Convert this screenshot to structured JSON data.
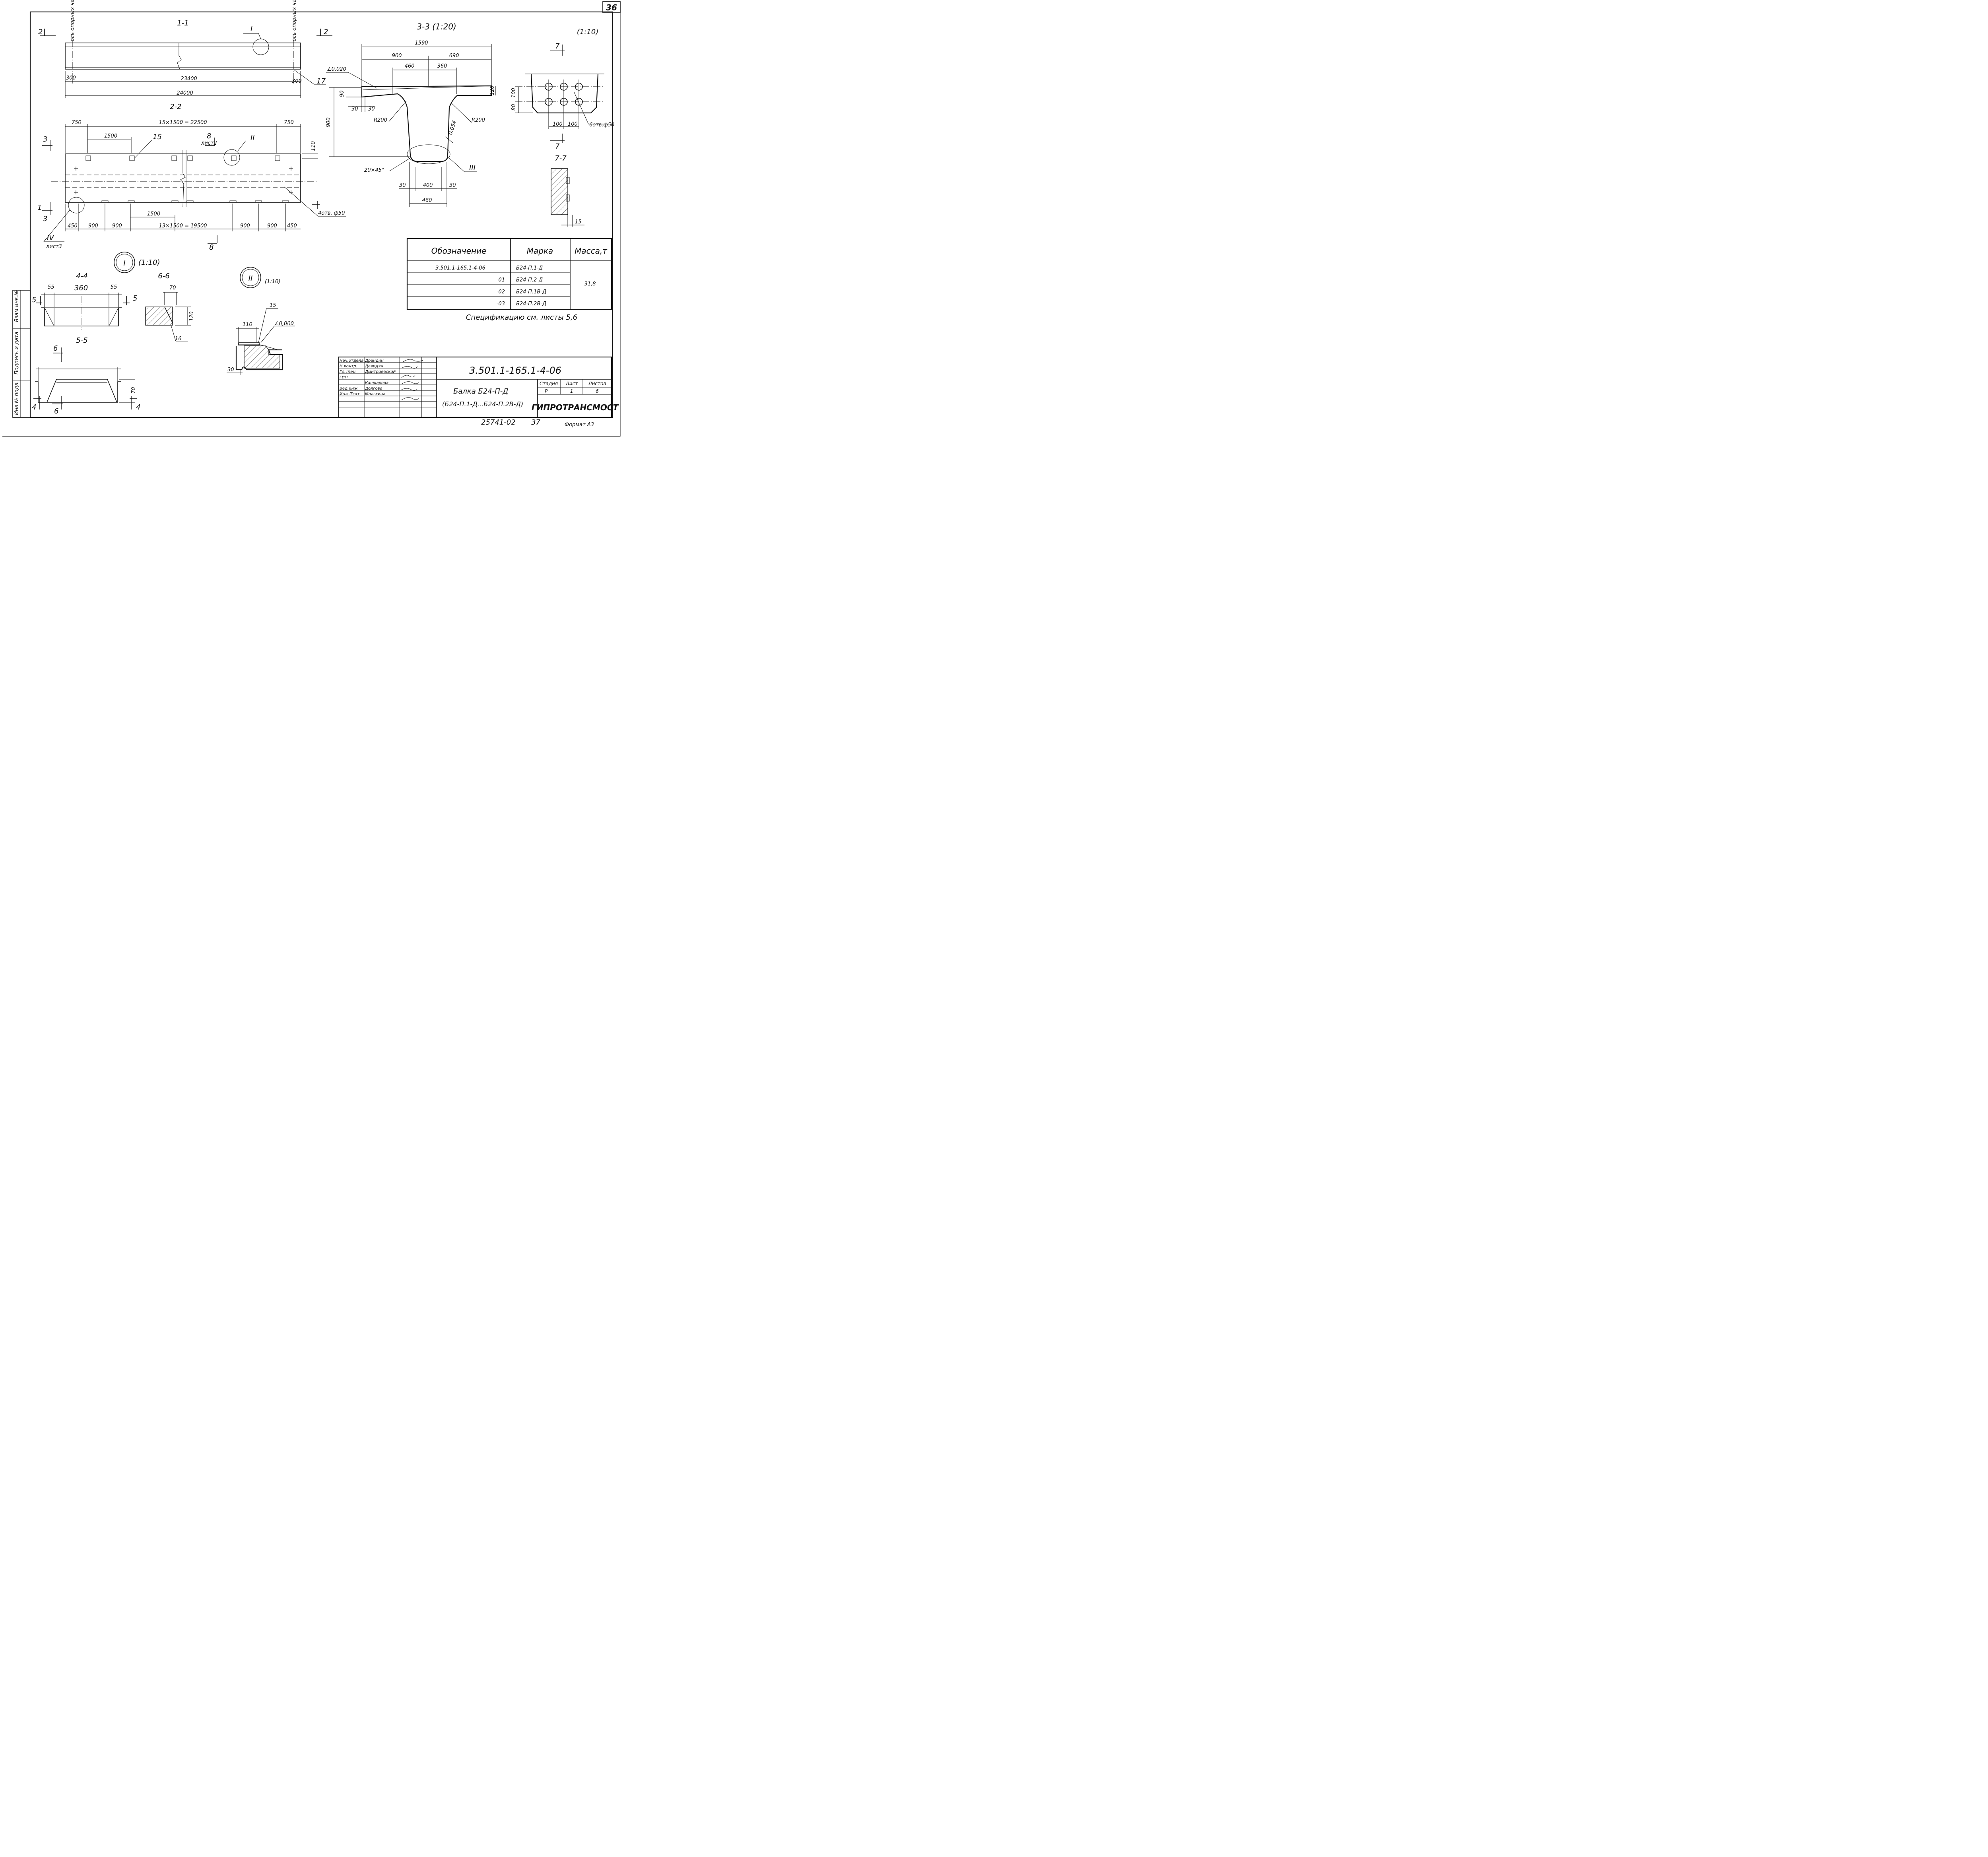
{
  "sheet": {
    "number": "36",
    "format": "Формат А3",
    "archive_number": "25741-02",
    "archive_suffix": "37"
  },
  "sections": {
    "s11": {
      "title": "1-1",
      "marker_left": "2",
      "marker_right": "2",
      "axis_left": "ось опорных частей",
      "axis_right": "ось опорных частей",
      "callout_I": "I",
      "dim_left": "300",
      "dim_right": "300",
      "dim_mid": "23400",
      "dim_total": "24000",
      "pos_17": "17"
    },
    "s22": {
      "title": "2-2",
      "top_dims": [
        "750",
        "15×1500 = 22500",
        "750"
      ],
      "dim_1500_top": "1500",
      "pos_15": "15",
      "marker_8_top": "8",
      "marker_8_sub": "лист2",
      "callout_II": "II",
      "dim_110": "110",
      "marker_3_top": "3",
      "marker_1": "1",
      "marker_3_bottom": "3",
      "dim_1500_bottom": "1500",
      "bottom_dims": [
        "450",
        "900",
        "900",
        "13×1500 = 19500",
        "900",
        "900",
        "450"
      ],
      "holes": "4отв. ф50",
      "callout_IV": "IV",
      "callout_IV_sub": "лист3",
      "marker_8_bottom": "8"
    },
    "s33": {
      "title": "3-3 (1:20)",
      "dim_1590": "1590",
      "dim_900_top": "900",
      "dim_690": "690",
      "dim_460_top": "460",
      "dim_360": "360",
      "slope": "∠0,020",
      "dim_90": "90",
      "dim_120": "120",
      "dim_30a": "30",
      "dim_30b": "30",
      "dim_900_left": "900",
      "r_left": "R200",
      "r_right": "R200",
      "slope_web": "0,054",
      "chamfer": "20×45°",
      "callout_III": "III",
      "dim_30c": "30",
      "dim_400": "400",
      "dim_30d": "30",
      "dim_460_bottom": "460"
    },
    "s77": {
      "scale": "(1:10)",
      "marker_top": "7",
      "marker_bottom": "7",
      "dim_100": "100",
      "dim_80": "80",
      "dim_100a": "100",
      "dim_100b": "100",
      "holes": "6отв.ф50",
      "title": "7-7",
      "dim_15": "15"
    },
    "nodeI": {
      "label": "I",
      "scale": "(1:10)",
      "s44_title": "4-4",
      "s44_dims": [
        "55",
        "360",
        "55"
      ],
      "s44_marker_left": "5",
      "s44_marker_right": "5",
      "s66_title": "6-6",
      "s66_dim_70": "70",
      "s66_dim_120": "120",
      "s66_pos": "16",
      "s55_title": "5-5",
      "s55_marker_6": "6",
      "s55_dim_70": "70",
      "s55_marker_4_left": "4",
      "s55_marker_6_bottom": "6",
      "s55_marker_4_right": "4"
    },
    "nodeII": {
      "label": "II",
      "scale": "(1:10)",
      "pos_15": "15",
      "dim_110": "110",
      "slope": "∠0,000",
      "dim_30": "30"
    }
  },
  "spec_table": {
    "headers": [
      "Обозначение",
      "Марка",
      "Масса,т"
    ],
    "rows": [
      [
        "3.501.1-165.1-4-06",
        "Б24-П.1-Д"
      ],
      [
        "-01",
        "Б24-П.2-Д"
      ],
      [
        "-02",
        "Б24-П.1В-Д"
      ],
      [
        "-03",
        "Б24-П.2В-Д"
      ]
    ],
    "mass": "31,8",
    "note": "Спецификацию см. листы 5,6"
  },
  "title_block": {
    "code": "3.501.1-165.1-4-06",
    "name_line1": "Балка Б24-П-Д",
    "name_line2": "(Б24-П.1-Д...Б24-П.2В-Д)",
    "stage_label": "Стадия",
    "sheet_label": "Лист",
    "sheets_label": "Листов",
    "stage": "Р",
    "sheet": "1",
    "sheets": "6",
    "org": "ГИПРОТРАНСМОСТ",
    "roles": [
      "Нач.отдела",
      "Н.контр.",
      "Гл.спец.",
      "ГИП",
      "Вед.инж.",
      "Инж.Ткат"
    ],
    "names": [
      "Драндин",
      "Давидян",
      "Дмитриевский",
      "Кашкарова",
      "Долгова",
      "Мальгина"
    ]
  },
  "side_stamp": [
    "Взам.инв.№",
    "Подпись и дата",
    "Инв.№ подл."
  ]
}
